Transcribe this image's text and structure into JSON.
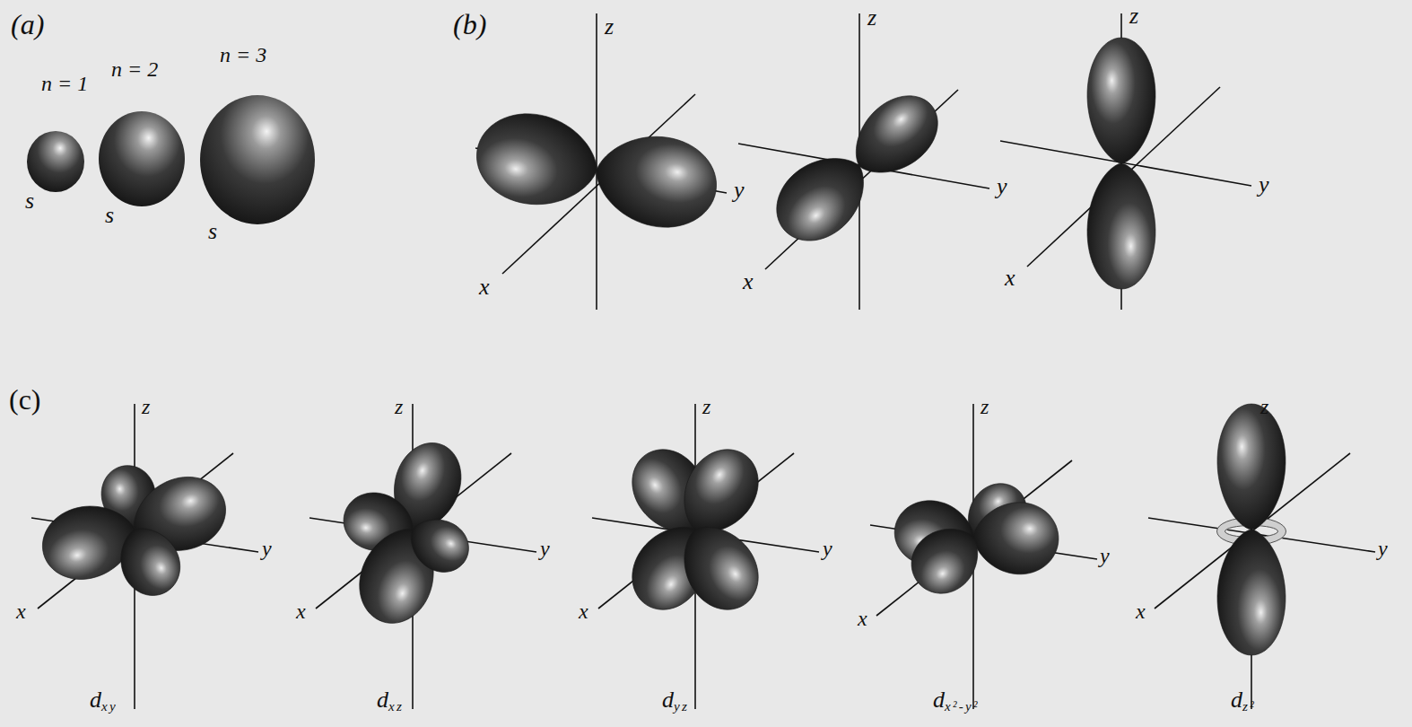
{
  "diagram": {
    "labels": [
      "(a)",
      "n = 1",
      "n = 2",
      "n = 3",
      "s",
      "s",
      "s",
      "(b)",
      "z",
      "y",
      "x",
      "z",
      "y",
      "x",
      "z",
      "y",
      "x",
      "(c)",
      "z",
      "y",
      "x",
      "dxy",
      "z",
      "y",
      "x",
      "dxz",
      "z",
      "y",
      "x",
      "dyz",
      "z",
      "y",
      "x",
      "dx²-y²",
      "z",
      "y",
      "x",
      "dz²"
    ]
  }
}
